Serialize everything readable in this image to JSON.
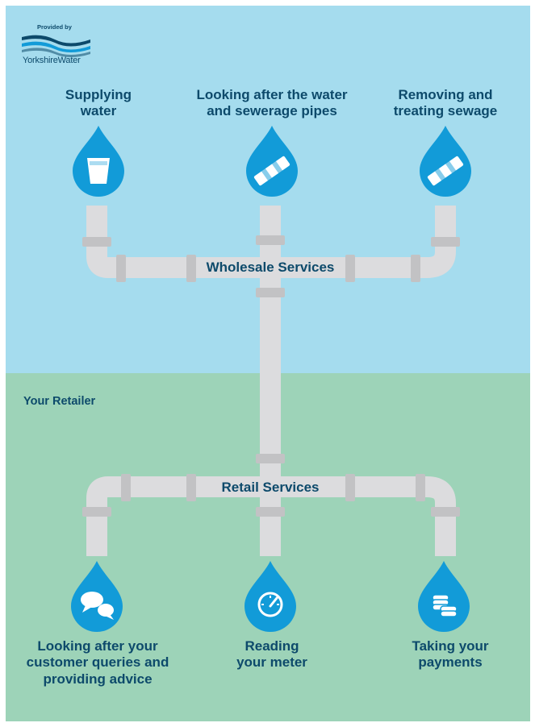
{
  "logo": {
    "provided_by": "Provided by",
    "brand_name": "YorkshireWater"
  },
  "wholesale": {
    "label": "Wholesale Services",
    "items": [
      {
        "line1": "Supplying",
        "line2": "water",
        "icon": "water-glass-icon"
      },
      {
        "line1": "Looking after the water",
        "line2": "and sewerage pipes",
        "icon": "pipe-icon"
      },
      {
        "line1": "Removing and",
        "line2": "treating sewage",
        "icon": "pipe-icon"
      }
    ]
  },
  "retailer": {
    "heading": "Your Retailer",
    "label": "Retail Services",
    "items": [
      {
        "line1": "Looking after your",
        "line2": "customer queries and",
        "line3": "providing advice",
        "icon": "speech-bubbles-icon"
      },
      {
        "line1": "Reading",
        "line2": "your meter",
        "icon": "meter-gauge-icon"
      },
      {
        "line1": "Taking your",
        "line2": "payments",
        "icon": "coin-stack-icon"
      }
    ]
  },
  "colors": {
    "wholesale_bg": "#a5dcee",
    "retail_bg": "#9dd3b8",
    "drop": "#129bd8",
    "pipe": "#dcdcde",
    "pipe_joint": "#c2c2c4",
    "text": "#0d4a6b"
  }
}
